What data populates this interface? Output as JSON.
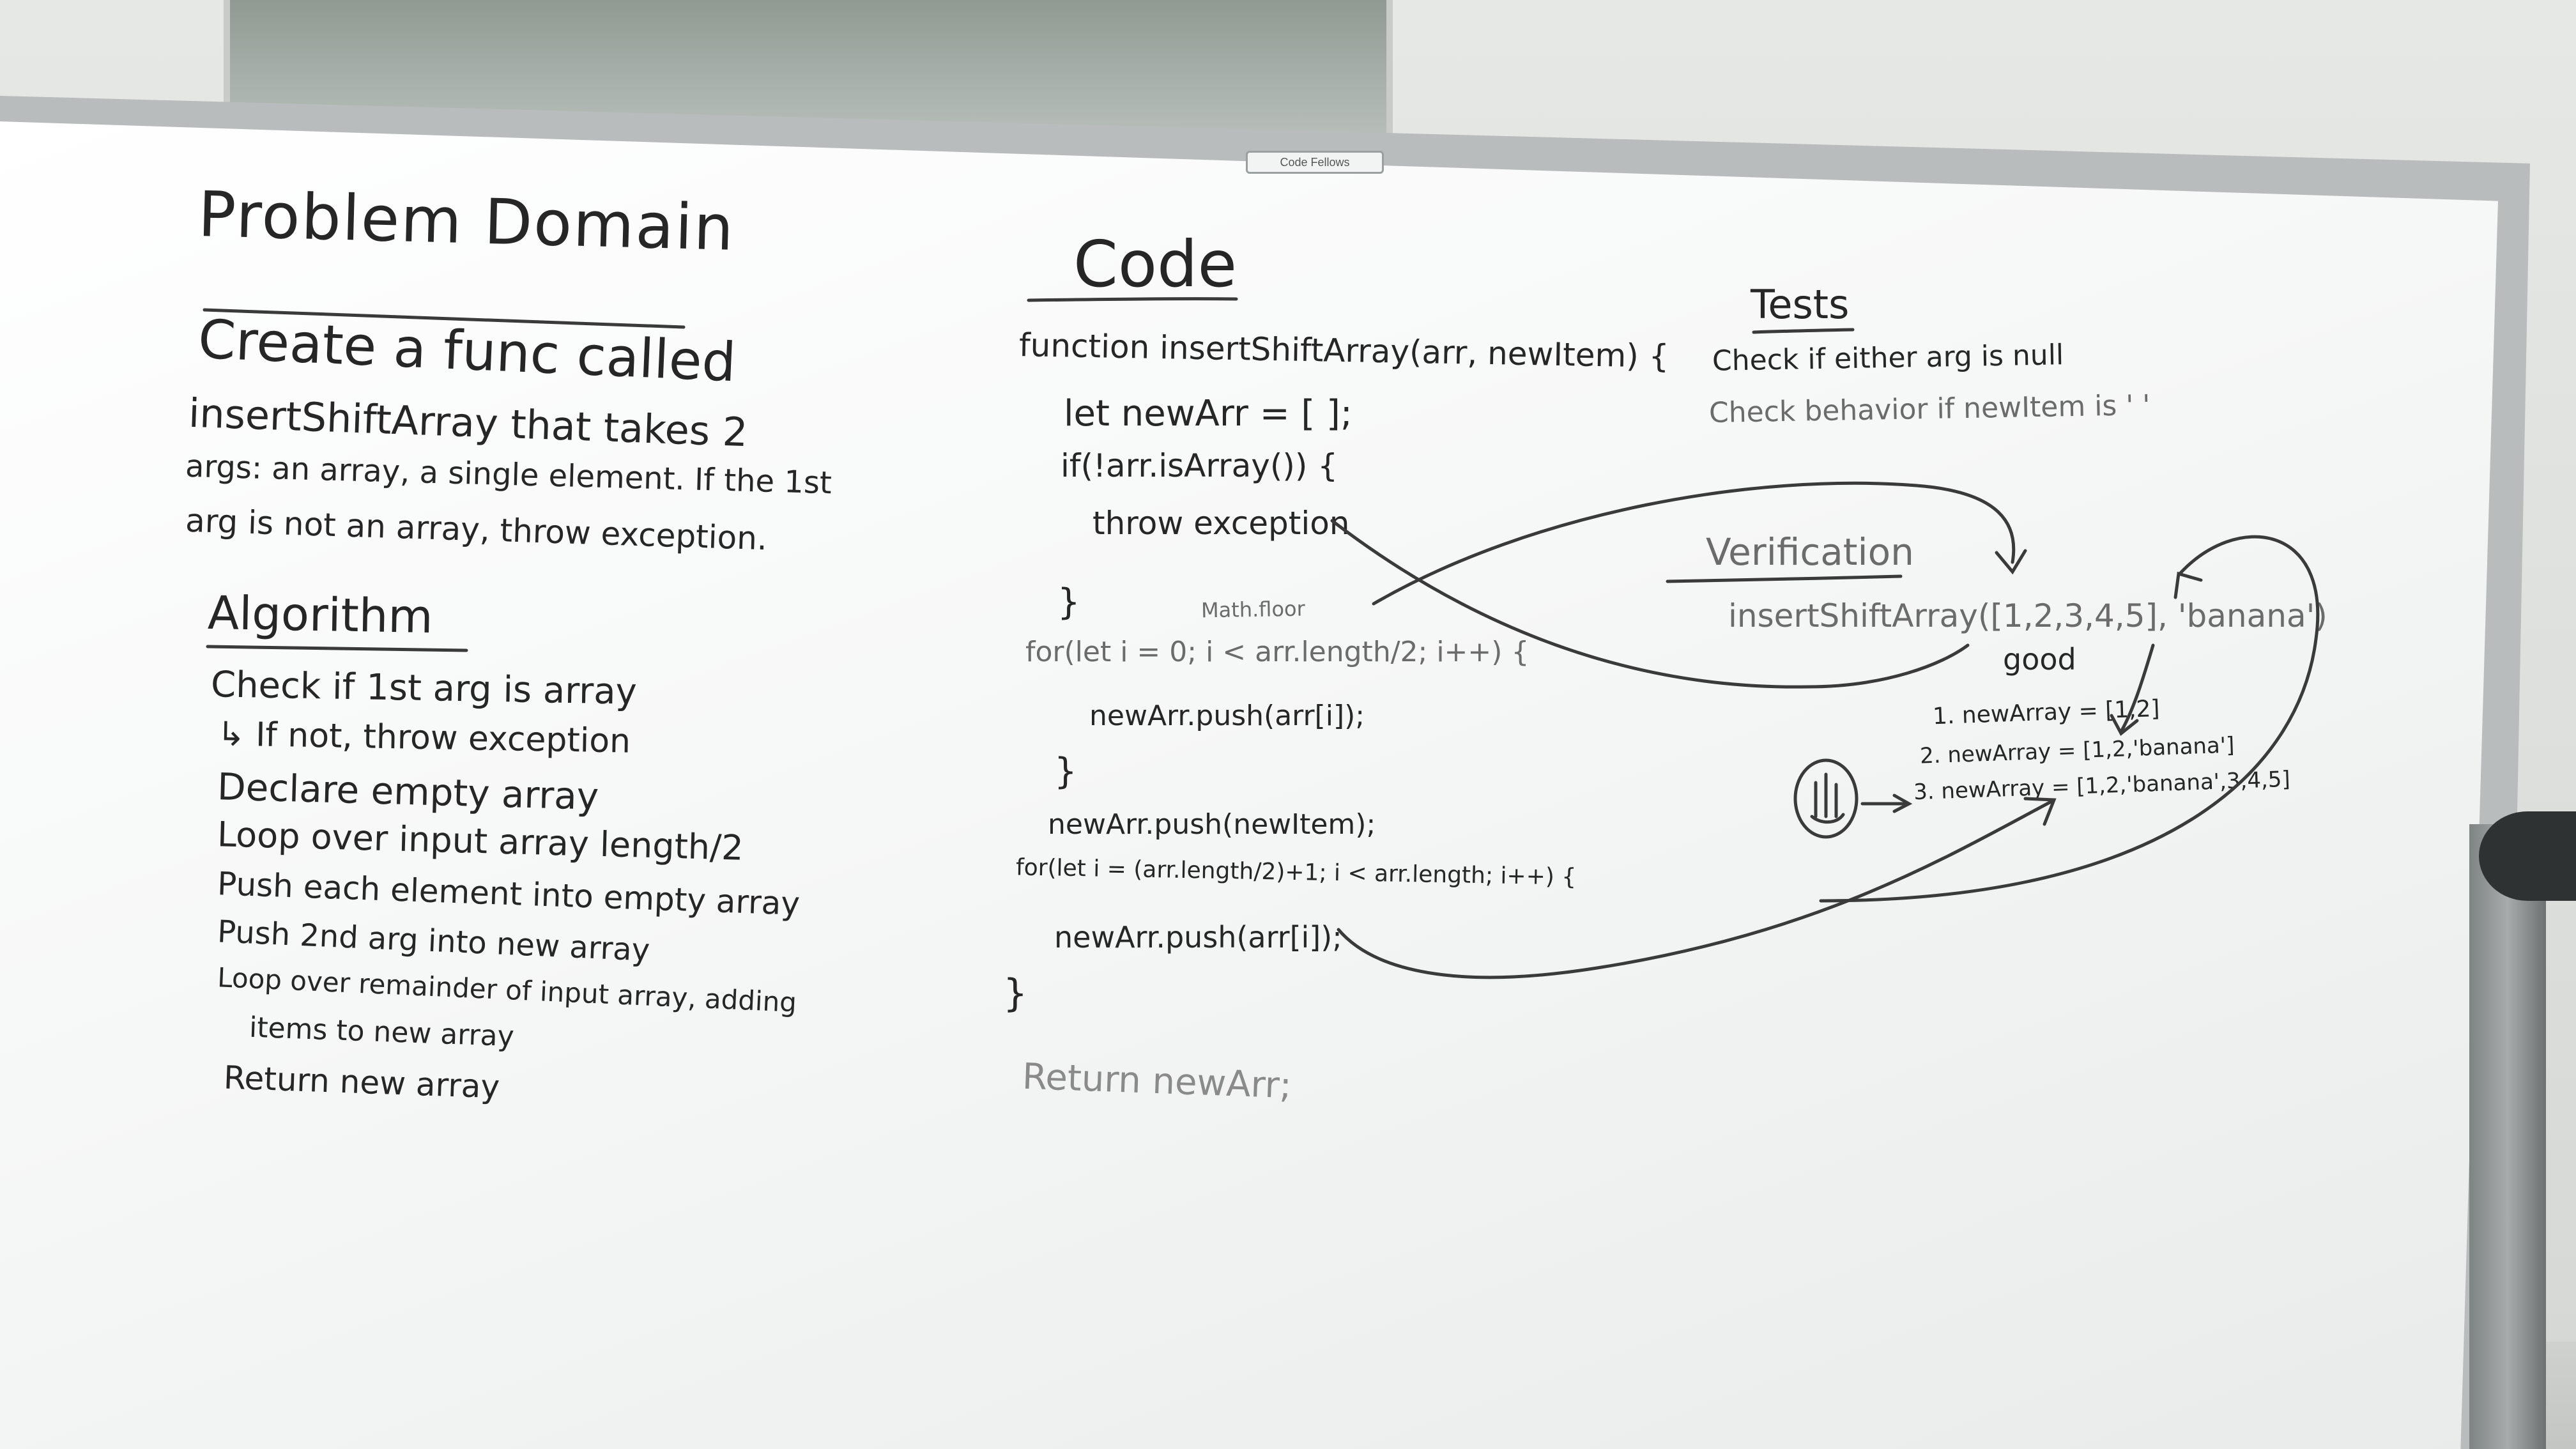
{
  "brand_label": "Code Fellows",
  "problem_domain": {
    "heading": "Problem Domain",
    "lines": [
      "Create a func called",
      "insertShiftArray that takes 2",
      "args: an array, a single element. If the 1st",
      "arg is not an array, throw exception."
    ]
  },
  "algorithm": {
    "heading": "Algorithm",
    "lines": [
      "Check if 1st arg is array",
      "↳ If not, throw exception",
      "Declare empty array",
      "Loop over input array length/2",
      "Push each element into empty array",
      "Push 2nd arg into new array",
      "Loop over remainder of input array, adding",
      "items to new array",
      "Return new array"
    ]
  },
  "code": {
    "heading": "Code",
    "annotation": "Math.floor",
    "lines": [
      "function insertShiftArray(arr, newItem) {",
      "let newArr = [ ];",
      "if(!arr.isArray()) {",
      "throw exception",
      "}",
      "for(let i = 0; i < arr.length/2; i++) {",
      "newArr.push(arr[i]);",
      "}",
      "newArr.push(newItem);",
      "for(let i = (arr.length/2)+1; i < arr.length; i++) {",
      "newArr.push(arr[i]);",
      "}",
      "Return newArr;"
    ]
  },
  "tests": {
    "heading": "Tests",
    "lines": [
      "Check if either arg is null",
      "Check behavior if newItem is ' '"
    ]
  },
  "verification": {
    "heading": "Verification",
    "call": "insertShiftArray([1,2,3,4,5], 'banana')",
    "result": "good",
    "steps": [
      "1. newArray = [1,2]",
      "2. newArray = [1,2,'banana']",
      "3. newArray = [1,2,'banana',3,4,5]"
    ]
  }
}
